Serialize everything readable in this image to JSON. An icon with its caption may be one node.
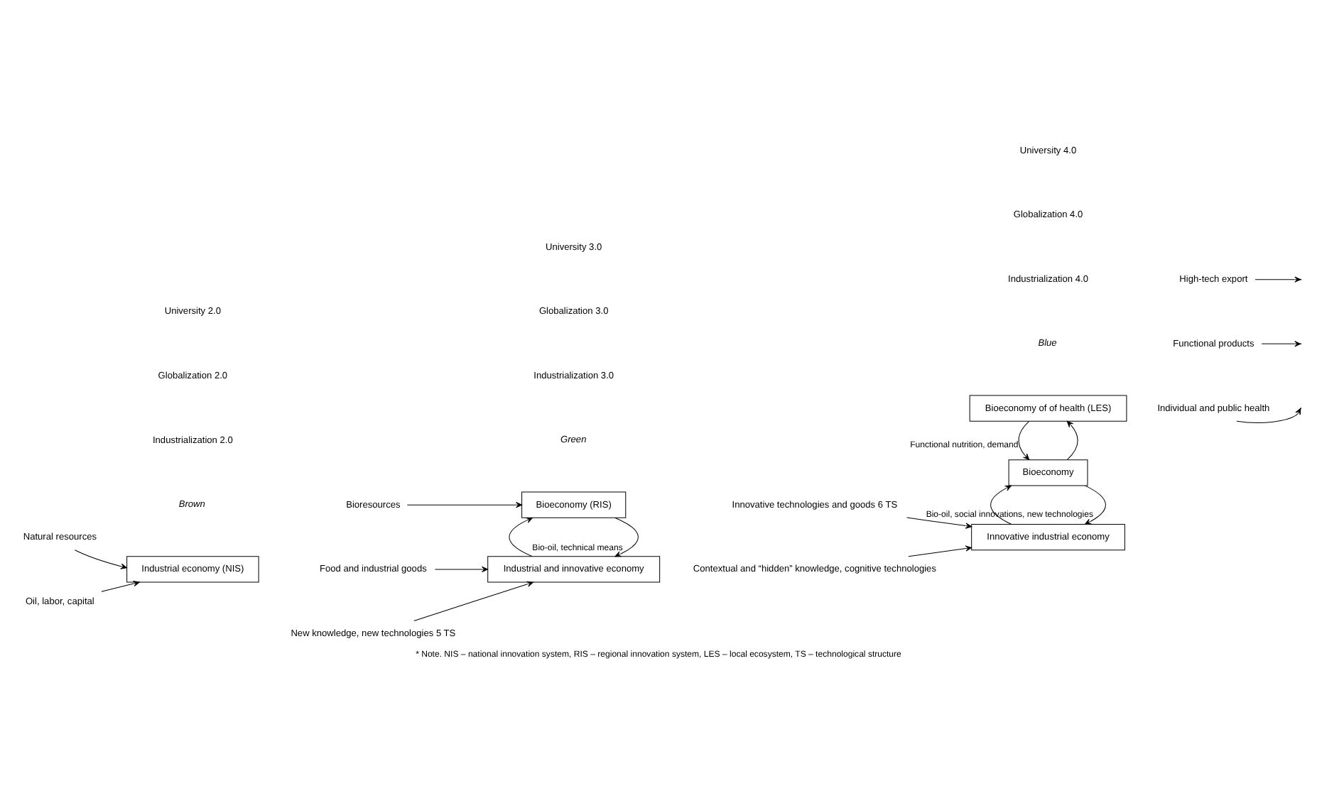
{
  "diagram": {
    "caption": "* Note. NIS – national innovation system, RIS – regional innovation system, LES – local ecosystem, TS – technological structure",
    "nodes": [
      {
        "text": [
          "Natural resources"
        ]
      },
      {
        "text": [
          "Industrial economy (NIS)"
        ]
      },
      {
        "text": [
          "Oil, labor, capital"
        ]
      },
      {
        "text": [
          "Food and industrial goods"
        ]
      },
      {
        "text": [
          "Bioresources"
        ]
      },
      {
        "text": [
          "Bioeconomy (RIS)"
        ]
      },
      {
        "text": [
          "Industrial and innovative economy"
        ]
      },
      {
        "text": [
          "New knowledge, new technologies 5 TS"
        ]
      },
      {
        "text": [
          "Innovative technologies and goods 6 TS"
        ]
      },
      {
        "text": [
          "Bioeconomy of of health (LES)"
        ]
      },
      {
        "text": [
          "Individual and public health"
        ]
      },
      {
        "text": [
          "Bioeconomy"
        ]
      },
      {
        "text": [
          "Functional products"
        ]
      },
      {
        "text": [
          "Innovative industrial economy"
        ]
      },
      {
        "text": [
          "High-tech export"
        ]
      },
      {
        "text": [
          "Contextual and “hidden” knowledge, cognitive technologies"
        ]
      }
    ],
    "edges": [
      {
        "from": 0,
        "to": 1,
        "arrow": "to"
      },
      {
        "from": 2,
        "to": 1,
        "arrow": "to"
      },
      {
        "from": 3,
        "to": 6,
        "arrow": "to"
      },
      {
        "from": 4,
        "to": 5,
        "arrow": "to"
      },
      {
        "from": 5,
        "to": 6,
        "arrow": "to",
        "label": "Bio-oil, technical means"
      },
      {
        "from": 6,
        "to": 5,
        "arrow": "to"
      },
      {
        "from": 7,
        "to": 6,
        "arrow": "to"
      },
      {
        "from": 8,
        "to": 13,
        "arrow": "to"
      },
      {
        "from": 11,
        "to": 9,
        "arrow": "to"
      },
      {
        "from": 9,
        "to": 11,
        "arrow": "to",
        "label": "Functional nutrition, demand"
      },
      {
        "from": 10,
        "to": null,
        "arrow": "to"
      },
      {
        "from": 11,
        "to": 13,
        "arrow": "to",
        "label": "Bio-oil, social innovations, new technologies"
      },
      {
        "from": 13,
        "to": 11,
        "arrow": "to"
      },
      {
        "from": 12,
        "to": null,
        "arrow": "to"
      },
      {
        "from": 14,
        "to": null,
        "arrow": "to"
      },
      {
        "from": 15,
        "to": 13,
        "arrow": "to"
      }
    ],
    "labels": [
      "Blue",
      "Green",
      "Brown",
      "Industrialization 2.0",
      "Globalization 2.0",
      "University 2.0",
      "Industrialization 3.0",
      "Globalization 3.0",
      "University 3.0",
      "Industrialization 4.0",
      "Globalization 4.0",
      "University 4.0"
    ]
  }
}
